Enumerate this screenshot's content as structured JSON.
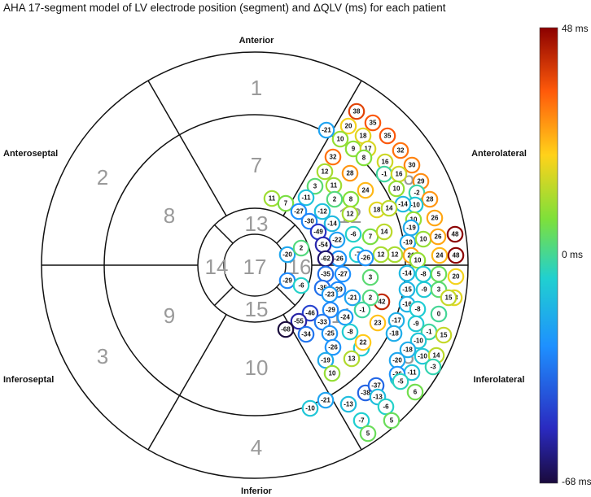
{
  "chart_data": {
    "type": "scatter",
    "title": "AHA 17-segment model of LV electrode position (segment) and ΔQLV (ms) for each patient",
    "region_labels": [
      "Anterior",
      "Anterolateral",
      "Inferolateral",
      "Inferior",
      "Inferoseptal",
      "Anteroseptal"
    ],
    "segments": [
      "1",
      "2",
      "3",
      "4",
      "5",
      "6",
      "7",
      "8",
      "9",
      "10",
      "11",
      "12",
      "13",
      "14",
      "15",
      "16",
      "17"
    ],
    "colorbar": {
      "max_label": "48 ms",
      "mid_label": "0 ms",
      "min_label": "-68 ms",
      "min": -68,
      "max": 48
    },
    "values": [
      38,
      20,
      35,
      10,
      18,
      35,
      -21,
      9,
      17,
      32,
      32,
      8,
      16,
      30,
      12,
      28,
      -1,
      16,
      29,
      3,
      11,
      24,
      10,
      -2,
      28,
      11,
      7,
      -11,
      2,
      8,
      -10,
      -14,
      26,
      -27,
      -12,
      12,
      18,
      14,
      10,
      48,
      -30,
      -14,
      -6,
      7,
      14,
      -19,
      10,
      26,
      -49,
      -22,
      -19,
      12,
      26,
      24,
      48,
      -20,
      2,
      -54,
      -7,
      -26,
      12,
      10,
      -62,
      -26,
      -14,
      -8,
      5,
      20,
      -29,
      -6,
      -35,
      -27,
      3,
      -15,
      -9,
      3,
      18,
      -35,
      -29,
      -21,
      42,
      -16,
      -8,
      0,
      15,
      -46,
      -23,
      2,
      -17,
      -9,
      -1,
      -55,
      -29,
      -24,
      -1,
      23,
      -18,
      -10,
      15,
      -68,
      -33,
      -25,
      -8,
      -18,
      -10,
      14,
      -34,
      -26,
      -9,
      22,
      -20,
      -3,
      -19,
      13,
      -11,
      -10,
      -26,
      -5,
      10,
      -38,
      -37,
      -13,
      6,
      -21,
      -13,
      -6,
      5,
      -10,
      -7,
      5
    ]
  }
}
